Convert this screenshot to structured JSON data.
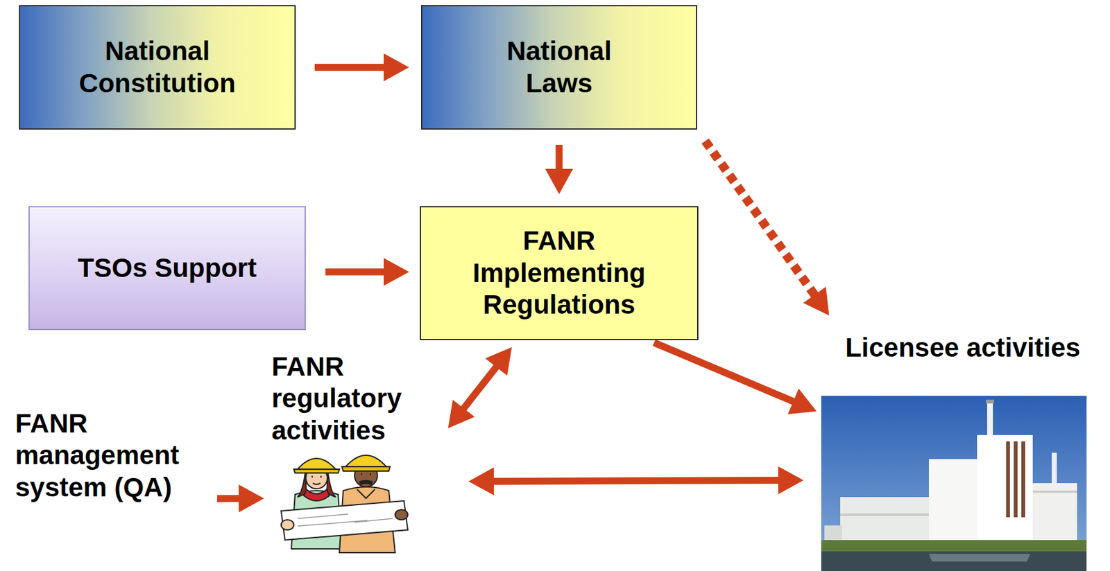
{
  "diagram": {
    "nodes": [
      {
        "text": [
          "National Constitution"
        ]
      },
      {
        "text": [
          "National Laws"
        ]
      },
      {
        "text": [
          "TSOs Support"
        ]
      },
      {
        "text": [
          "FANR Implementing Regulations"
        ]
      },
      {
        "text": [
          "FANR regulatory activities"
        ]
      },
      {
        "text": [
          "Licensee activities"
        ]
      },
      {
        "text": [
          "FANR management system (QA)"
        ]
      }
    ],
    "edges": [
      {
        "from": 0,
        "to": 1,
        "arrow": "to"
      },
      {
        "from": 1,
        "to": 3,
        "arrow": "to"
      },
      {
        "from": 1,
        "to": 5,
        "arrow": "to"
      },
      {
        "from": 2,
        "to": 3,
        "arrow": "to"
      },
      {
        "from": 3,
        "to": 4,
        "arrow": "both"
      },
      {
        "from": 3,
        "to": 5,
        "arrow": "to"
      },
      {
        "from": 6,
        "to": 4,
        "arrow": "to"
      },
      {
        "from": 4,
        "to": 5,
        "arrow": "both"
      }
    ]
  }
}
